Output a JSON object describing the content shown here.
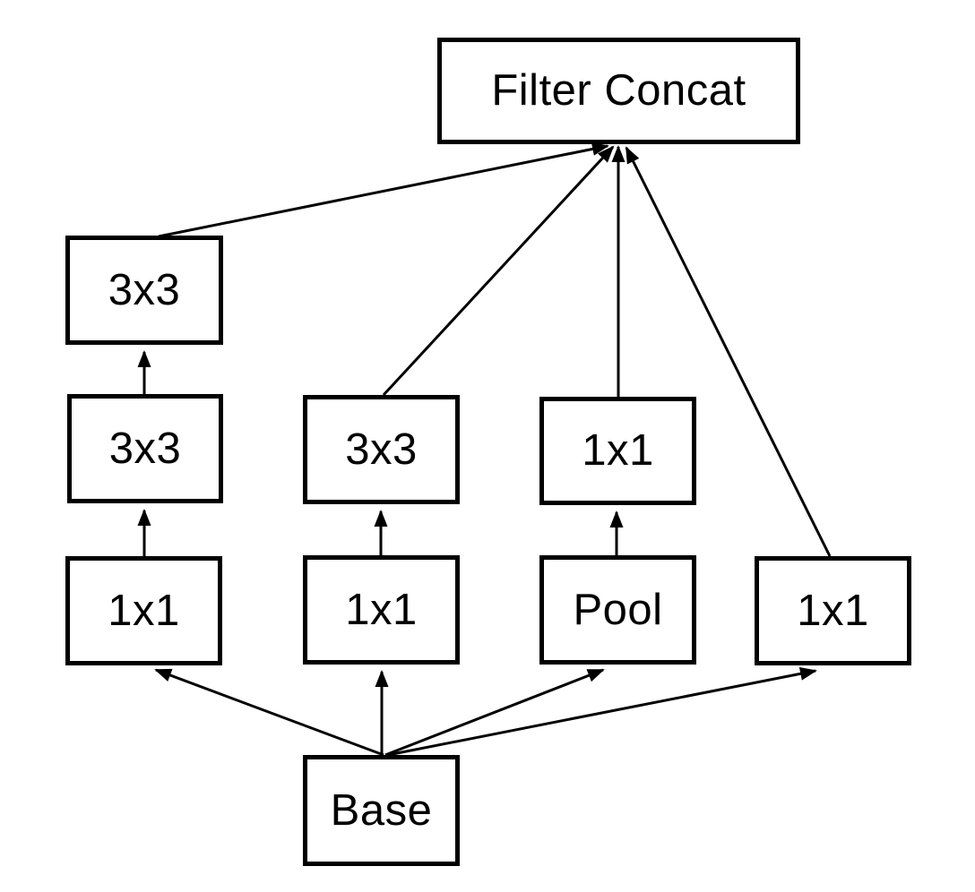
{
  "diagram": {
    "description": "Inception module architecture diagram",
    "nodes": {
      "filter_concat": {
        "label": "Filter Concat"
      },
      "conv3_branch1_top": {
        "label": "3x3"
      },
      "conv3_branch1": {
        "label": "3x3"
      },
      "conv1_branch1": {
        "label": "1x1"
      },
      "conv3_branch2": {
        "label": "3x3"
      },
      "conv1_branch2": {
        "label": "1x1"
      },
      "conv1_branch3": {
        "label": "1x1"
      },
      "pool_branch3": {
        "label": "Pool"
      },
      "conv1_branch4": {
        "label": "1x1"
      },
      "base": {
        "label": "Base"
      }
    },
    "edges": [
      {
        "from": "base",
        "to": "conv1_branch1"
      },
      {
        "from": "base",
        "to": "conv1_branch2"
      },
      {
        "from": "base",
        "to": "pool_branch3"
      },
      {
        "from": "base",
        "to": "conv1_branch4"
      },
      {
        "from": "conv1_branch1",
        "to": "conv3_branch1"
      },
      {
        "from": "conv3_branch1",
        "to": "conv3_branch1_top"
      },
      {
        "from": "conv3_branch1_top",
        "to": "filter_concat"
      },
      {
        "from": "conv1_branch2",
        "to": "conv3_branch2"
      },
      {
        "from": "conv3_branch2",
        "to": "filter_concat"
      },
      {
        "from": "pool_branch3",
        "to": "conv1_branch3"
      },
      {
        "from": "conv1_branch3",
        "to": "filter_concat"
      },
      {
        "from": "conv1_branch4",
        "to": "filter_concat"
      }
    ],
    "colors": {
      "line": "#000000",
      "box_border": "#000000",
      "box_fill": "#ffffff",
      "background": "#ffffff",
      "text": "#000000"
    }
  }
}
